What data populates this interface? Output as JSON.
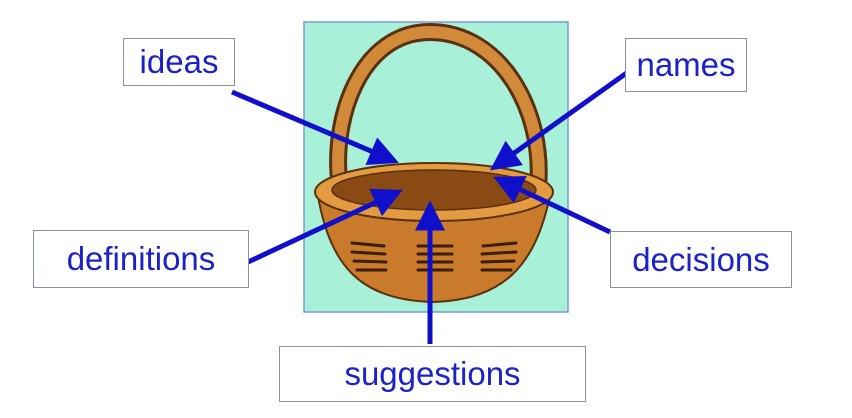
{
  "labels": {
    "ideas": "ideas",
    "names": "names",
    "definitions": "definitions",
    "decisions": "decisions",
    "suggestions": "suggestions"
  },
  "colors": {
    "label_text": "#1a22c8",
    "arrow": "#1010cc",
    "picture_background": "#a8f0d8",
    "basket_body": "#c97a2a",
    "basket_rim": "#e39a40",
    "basket_interior": "#8a4a14",
    "basket_outline": "#5a3010",
    "box_border": "#8a8fb0"
  },
  "icons": {
    "picture": "basket-icon"
  }
}
